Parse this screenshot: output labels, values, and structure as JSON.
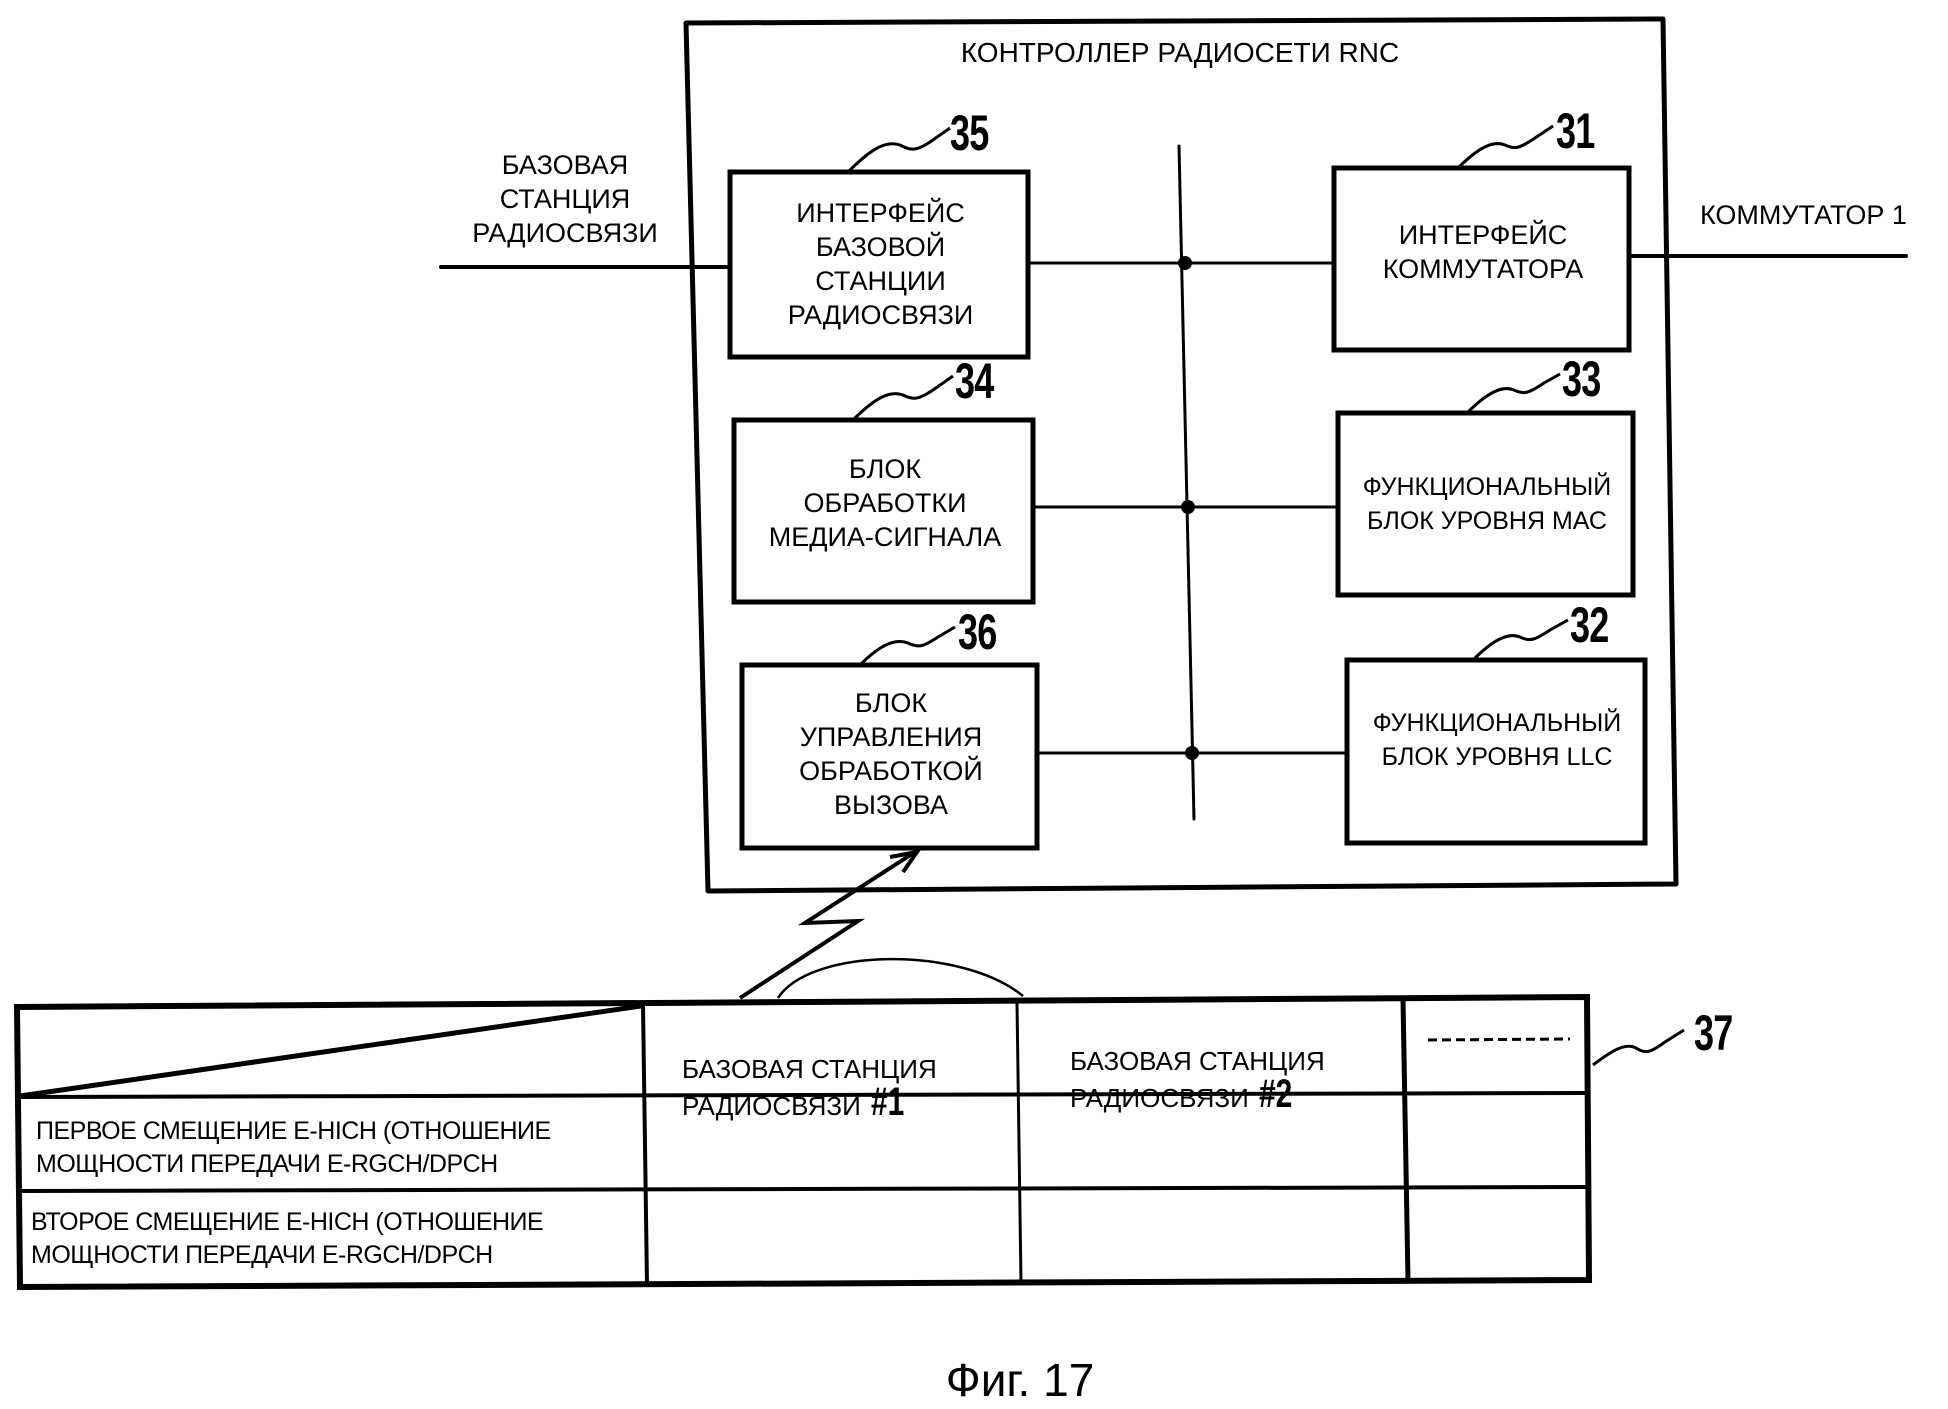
{
  "figure": {
    "caption": "Фиг. 17"
  },
  "rnc": {
    "title": "КОНТРОЛЛЕР РАДИОСЕТИ RNC"
  },
  "external": {
    "left_label": "БАЗОВАЯ\nСТАНЦИЯ\nРАДИОСВЯЗИ",
    "right_label": "КОММУТАТОР 1"
  },
  "blocks": [
    {
      "id": "35",
      "ref": "35",
      "label": "ИНТЕРФЕЙС\nБАЗОВОЙ\nСТАНЦИИ\nРАДИОСВЯЗИ"
    },
    {
      "id": "34",
      "ref": "34",
      "label": "БЛОК\nОБРАБОТКИ\nМЕДИА-СИГНАЛА"
    },
    {
      "id": "36",
      "ref": "36",
      "label": "БЛОК\nУПРАВЛЕНИЯ\nОБРАБОТКОЙ\nВЫЗОВА"
    },
    {
      "id": "31",
      "ref": "31",
      "label": "ИНТЕРФЕЙС\nКОММУТАТОРА"
    },
    {
      "id": "33",
      "ref": "33",
      "label": "ФУНКЦИОНАЛЬНЫЙ\nБЛОК УРОВНЯ МАС"
    },
    {
      "id": "32",
      "ref": "32",
      "label": "ФУНКЦИОНАЛЬНЫЙ\nБЛОК УРОВНЯ LLC"
    }
  ],
  "table": {
    "ref": "37",
    "columns": [
      {
        "text": "БАЗОВАЯ СТАНЦИЯ\nРАДИОСВЯЗИ",
        "suffix": "#1"
      },
      {
        "text": "БАЗОВАЯ СТАНЦИЯ\nРАДИОСВЯЗИ",
        "suffix": "#2"
      },
      {
        "text": "",
        "suffix": "",
        "ellipsis": true
      }
    ],
    "rows": [
      {
        "label": "ПЕРВОЕ СМЕЩЕНИЕ E-HICH (ОТНОШЕНИЕ\nМОЩНОСТИ ПЕРЕДАЧИ  E-RGCH/DPCH",
        "values": [
          "",
          "",
          ""
        ]
      },
      {
        "label": "ВТОРОЕ СМЕЩЕНИЕ E-HICH (ОТНОШЕНИЕ\nМОЩНОСТИ ПЕРЕДАЧИ  E-RGCH/DPCH",
        "values": [
          "",
          "",
          ""
        ]
      }
    ]
  }
}
